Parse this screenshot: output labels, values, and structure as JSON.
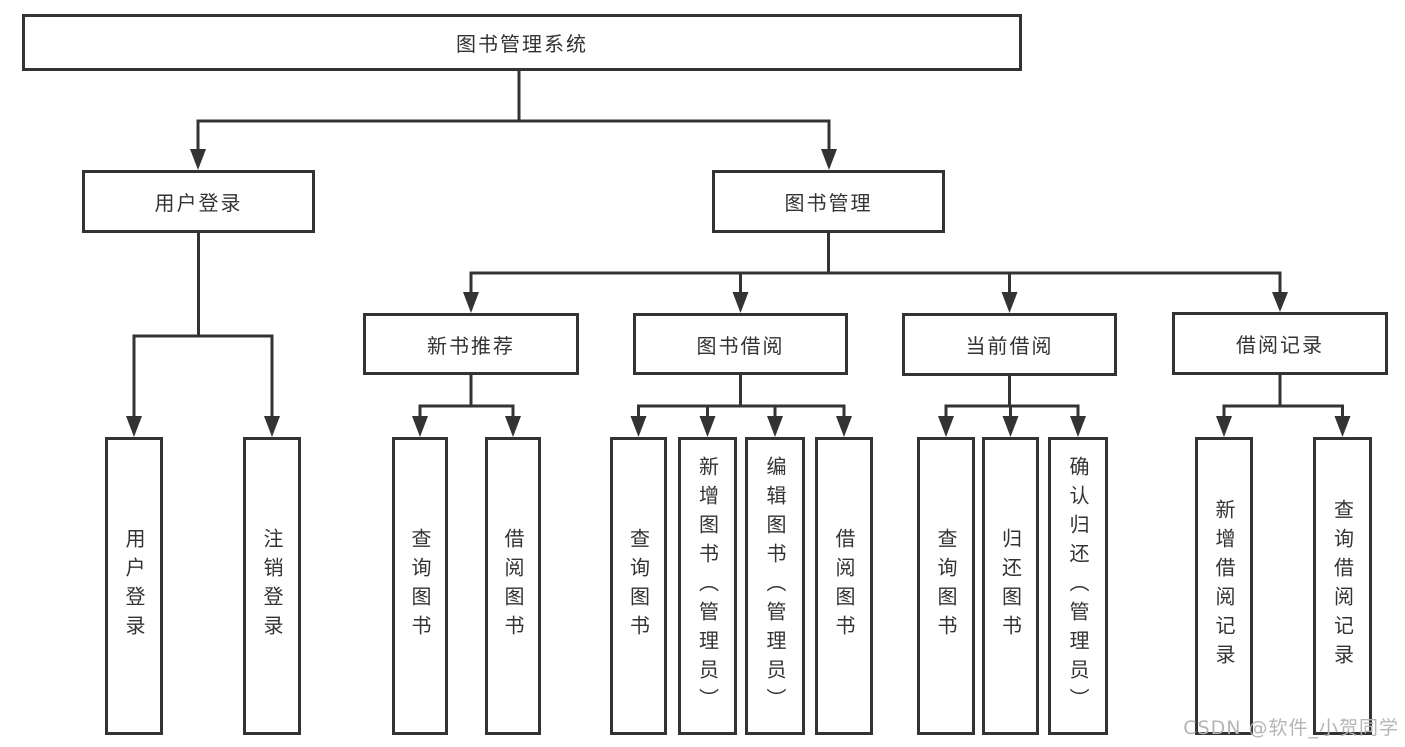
{
  "diagram": {
    "tree": {
      "root": {
        "label": "图书管理系统"
      },
      "branches": [
        {
          "label": "用户登录",
          "children": [
            {
              "label": "用户登录"
            },
            {
              "label": "注销登录"
            }
          ]
        },
        {
          "label": "图书管理",
          "children": [
            {
              "label": "新书推荐",
              "children": [
                {
                  "label": "查询图书"
                },
                {
                  "label": "借阅图书"
                }
              ]
            },
            {
              "label": "图书借阅",
              "children": [
                {
                  "label": "查询图书"
                },
                {
                  "label": "新增图书（管理员）"
                },
                {
                  "label": "编辑图书（管理员）"
                },
                {
                  "label": "借阅图书"
                }
              ]
            },
            {
              "label": "当前借阅",
              "children": [
                {
                  "label": "查询图书"
                },
                {
                  "label": "归还图书"
                },
                {
                  "label": "确认归还（管理员）"
                }
              ]
            },
            {
              "label": "借阅记录",
              "children": [
                {
                  "label": "新增借阅记录"
                },
                {
                  "label": "查询借阅记录"
                }
              ]
            }
          ]
        }
      ]
    },
    "colors": {
      "line": "#333333",
      "box_border": "#333333",
      "text": "#333333",
      "background": "#ffffff",
      "watermark": "#b5b5b5"
    }
  },
  "watermark": {
    "text": "CSDN @软件_小贺同学"
  }
}
